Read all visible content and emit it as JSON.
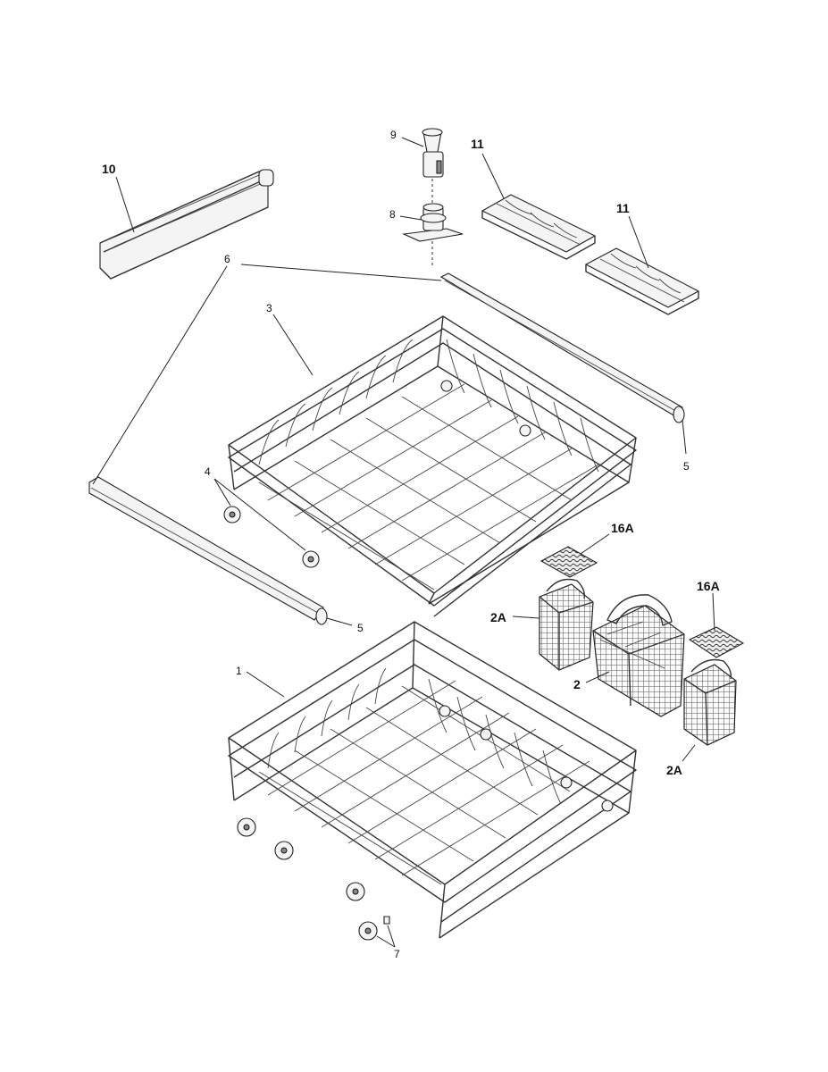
{
  "callouts": {
    "c10": "10",
    "c9": "9",
    "c8": "8",
    "c11a": "11",
    "c11b": "11",
    "c6": "6",
    "c3": "3",
    "c4": "4",
    "c5a": "5",
    "c5b": "5",
    "c16a1": "16A",
    "c16a2": "16A",
    "c2a1": "2A",
    "c2": "2",
    "c2a2": "2A",
    "c1": "1",
    "c7": "7"
  },
  "colors": {
    "line": "#333333",
    "background": "#ffffff"
  }
}
